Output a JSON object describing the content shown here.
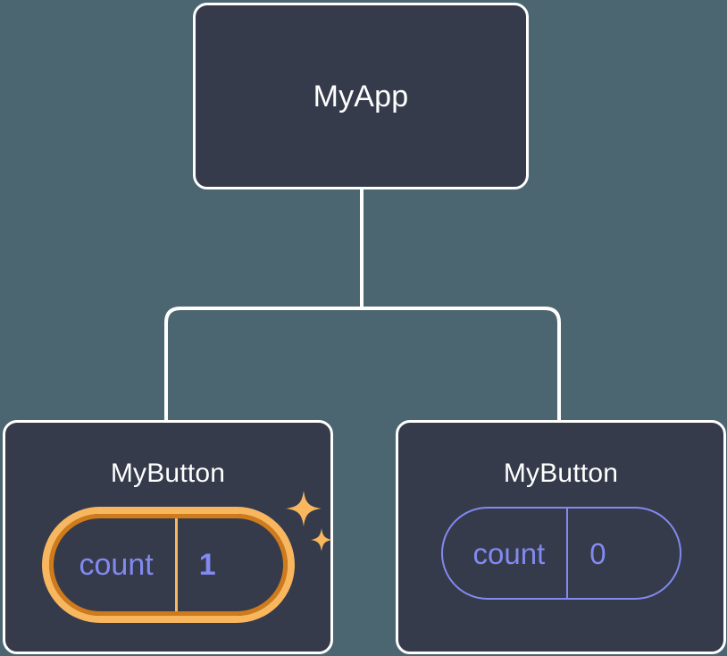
{
  "diagram": {
    "type": "component-tree",
    "background_color": "#4c6671",
    "node_fill_color": "#353b4a",
    "node_border_color": "#ffffff",
    "connector_color": "#ffffff",
    "accent_highlight_color": "#f8b75f",
    "accent_highlight_outline_color": "#cf7b1c",
    "state_text_color": "#8289f0",
    "root": {
      "title": "MyApp"
    },
    "children": [
      {
        "title": "MyButton",
        "state": {
          "key": "count",
          "value": "1",
          "highlighted": true,
          "sparkle_count": 2
        }
      },
      {
        "title": "MyButton",
        "state": {
          "key": "count",
          "value": "0",
          "highlighted": false,
          "sparkle_count": 0
        }
      }
    ]
  }
}
